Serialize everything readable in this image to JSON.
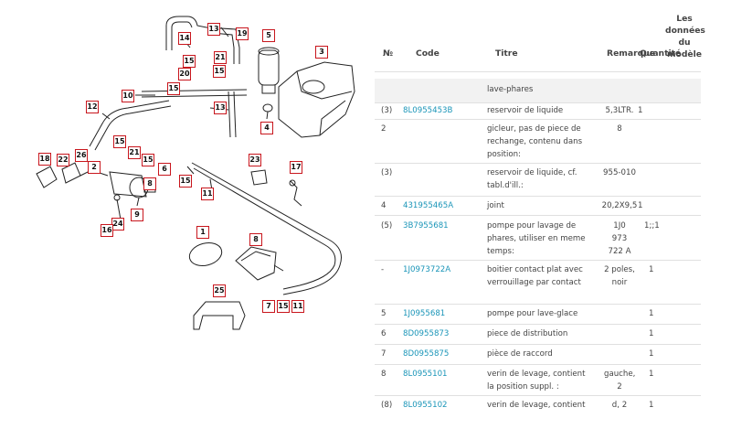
{
  "diagram": {
    "callouts": [
      "14",
      "13",
      "19",
      "15",
      "21",
      "5",
      "3",
      "15",
      "20",
      "15",
      "10",
      "13",
      "4",
      "12",
      "15",
      "21",
      "15",
      "26",
      "2",
      "6",
      "23",
      "17",
      "18",
      "22",
      "15",
      "8",
      "11",
      "9",
      "24",
      "16",
      "1",
      "8",
      "25",
      "7",
      "15",
      "11"
    ]
  },
  "table": {
    "headers": {
      "no": "№",
      "code": "Code",
      "titre": "Titre",
      "remarque": "Remarque",
      "quantite": "Quantité",
      "donnees": [
        "Les",
        "données",
        "du",
        "modèle"
      ]
    },
    "group": "lave-phares",
    "rows": [
      {
        "num": "(3)",
        "code": "8L0955453B",
        "titre": "reservoir de liquide",
        "remarque": "5,3LTR.",
        "quantite": "1",
        "extra": ""
      },
      {
        "num": "2",
        "code": "",
        "titre": "gicleur, pas de piece de rechange, contenu dans position:",
        "remarque": "8",
        "quantite": "",
        "extra": ""
      },
      {
        "num": "(3)",
        "code": "",
        "titre": "reservoir de liquide, cf. tabl.d'ill.:",
        "remarque": "955-010",
        "quantite": "",
        "extra": ""
      },
      {
        "num": "4",
        "code": "431955465A",
        "titre": "joint",
        "remarque": "20,2X9,5",
        "quantite": "1",
        "extra": ""
      },
      {
        "num": "(5)",
        "code": "3B7955681",
        "titre": "pompe pour lavage de phares, utiliser en meme temps:",
        "remarque": "1J0 973 722 A",
        "quantite": "1;;1",
        "extra": ""
      },
      {
        "num": "-",
        "code": "1J0973722A",
        "titre": "boitier contact plat avec verrouillage par contact",
        "remarque": "2 poles, noir",
        "quantite": "1",
        "extra": ""
      },
      {
        "num": "5",
        "code": "1J0955681",
        "titre": "pompe pour lave-glace",
        "remarque": "",
        "quantite": "1",
        "extra": ""
      },
      {
        "num": "6",
        "code": "8D0955873",
        "titre": "piece de distribution",
        "remarque": "",
        "quantite": "1",
        "extra": ""
      },
      {
        "num": "7",
        "code": "8D0955875",
        "titre": "pièce de raccord",
        "remarque": "",
        "quantite": "1",
        "extra": ""
      },
      {
        "num": "8",
        "code": "8L0955101",
        "titre": "verin de levage, contient la position suppl. :",
        "remarque": "gauche, 2",
        "quantite": "1",
        "extra": ""
      },
      {
        "num": "(8)",
        "code": "8L0955102",
        "titre": "verin de levage, contient",
        "remarque": "d, 2",
        "quantite": "1",
        "extra": ""
      }
    ]
  }
}
